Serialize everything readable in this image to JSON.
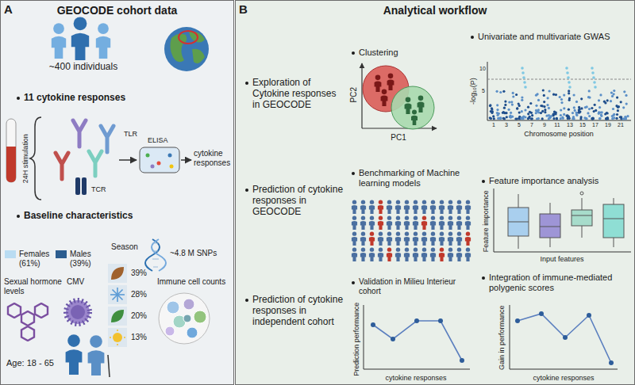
{
  "diagram": {
    "nodes": [
      {
        "text": [
          "GEOCODE cohort data"
        ]
      },
      {
        "text": [
          "Analytical workflow"
        ]
      }
    ],
    "labels": [
      "A",
      "~400 individuals",
      "11 cytokine responses",
      "24H stimulation",
      "TLR",
      "TCR",
      "ELISA",
      "cytokine responses",
      "Baseline characteristics",
      "Season",
      "39%",
      "28%",
      "20%",
      "13%",
      "~4.8 M SNPs",
      "Sexual hormone levels",
      "CMV",
      "Immune cell counts",
      "Age: 18 - 65",
      "B",
      "Exploration of Cytokine responses in GEOCODE",
      "Clustering",
      "PC2",
      "PC1",
      "Univariate and multivariate GWAS",
      "-log₁₀(P)",
      "10",
      "5",
      "1",
      "3",
      "5",
      "7",
      "9",
      "11",
      "13",
      "15",
      "17",
      "19",
      "21",
      "Chromosome position",
      "Prediction of cytokine responses in GEOCODE",
      "Benchmarking of Machine learning models",
      "Feature importance analysis",
      "Feature importance",
      "Input features",
      "Prediction of cytokine responses in independent cohort",
      "Validation in Milieu Interieur cohort",
      "Prediction performance",
      "cytokine responses",
      "Integration of immune-mediated polygenic scores",
      "Gain in performance",
      "cytokine responses"
    ],
    "legend": [
      {
        "text": "Females (61%)",
        "color": "#b9dcf2"
      },
      {
        "text": "Males (39%)",
        "color": "#2c5d8f"
      }
    ]
  }
}
